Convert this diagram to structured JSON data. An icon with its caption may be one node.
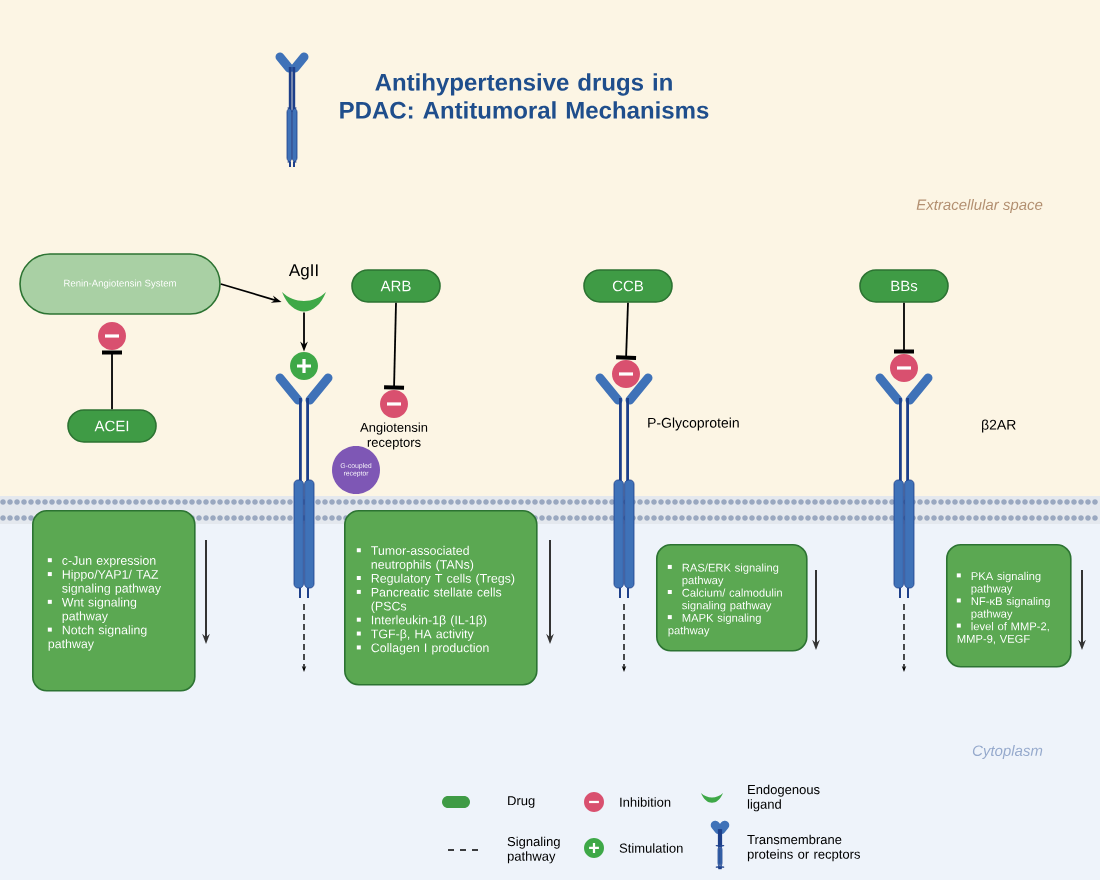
{
  "diagram": {
    "title": "Antihypertensive drugs in PDAC: Antitumoral Mechanisms",
    "nodes": [
      {
        "text": [
          "Renin-Angiotensin System"
        ]
      },
      {
        "text": [],
        "shape": "crescent",
        "beside": [
          "AgII"
        ]
      },
      {
        "text": [
          "ARB"
        ]
      },
      {
        "text": [
          "CCB"
        ]
      },
      {
        "text": [
          "BBs"
        ]
      },
      {
        "text": [],
        "shape": "circle"
      },
      {
        "text": [],
        "shape": "circle"
      },
      {
        "text": [],
        "shape": "circle",
        "beside": [
          "Angiotensin receptors"
        ]
      },
      {
        "text": [],
        "shape": "circle"
      },
      {
        "text": [],
        "shape": "circle"
      },
      {
        "text": [
          "ACEI"
        ]
      },
      {
        "text": [
          "G-coupled receptor"
        ]
      },
      {
        "text": [
          "c-Jun expression",
          "Hippo/YAP1/ TAZ signaling pathway",
          "Wnt signaling pathway",
          "Notch signaling pathway"
        ]
      },
      {
        "text": [
          "Tumor-associated neutrophils (TANs)",
          "Regulatory T cells (Tregs)",
          "Pancreatic stellate cells (PSCs",
          "Interleukin-1β (IL-1β)",
          "TGF-β, HA activity",
          "Collagen I production"
        ]
      },
      {
        "text": [
          "RAS/ERK signaling pathway",
          "Calcium/ calmodulin signaling pathway",
          "MAPK signaling pathway"
        ]
      },
      {
        "text": [
          "PKA signaling pathway",
          "NF-κB signaling pathway",
          "level of MMP-2, MMP-9, VEGF"
        ]
      }
    ],
    "edges": [
      {
        "from": 0,
        "to": 1,
        "arrow": "to"
      },
      {
        "from": 1,
        "to": 6,
        "arrow": "to"
      },
      {
        "from": 10,
        "to": 5,
        "arrow": "other"
      },
      {
        "from": 2,
        "to": 7,
        "arrow": "other"
      },
      {
        "from": 3,
        "to": 8,
        "arrow": "other"
      },
      {
        "from": 4,
        "to": 9,
        "arrow": "other"
      }
    ],
    "labels": [
      "Extracellular space",
      "P-Glycoprotein",
      "β2AR",
      "Cytoplasm"
    ],
    "legend": [
      {
        "text": "Drug",
        "color": "#3f9b45"
      },
      {
        "text": "Inhibition"
      },
      {
        "text": "Endogenous ligand"
      },
      {
        "text": "Signaling pathway"
      },
      {
        "text": "Stimulation"
      },
      {
        "text": "Transmembrane proteins or recptors"
      }
    ]
  }
}
